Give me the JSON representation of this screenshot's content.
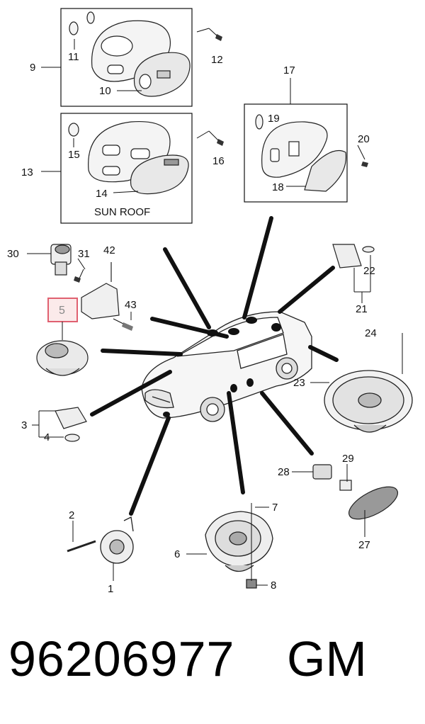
{
  "diagram": {
    "callouts": [
      "1",
      "2",
      "3",
      "4",
      "5",
      "6",
      "7",
      "8",
      "9",
      "10",
      "11",
      "12",
      "13",
      "14",
      "15",
      "16",
      "17",
      "18",
      "19",
      "20",
      "21",
      "22",
      "23",
      "24",
      "27",
      "28",
      "29",
      "30",
      "31",
      "42",
      "43"
    ],
    "sunroof_label": "SUN ROOF",
    "highlighted_callout": "5",
    "highlight_color": "#e06070",
    "line_color": "#111111"
  },
  "footer": {
    "part_number": "96206977",
    "manufacturer": "GM"
  }
}
